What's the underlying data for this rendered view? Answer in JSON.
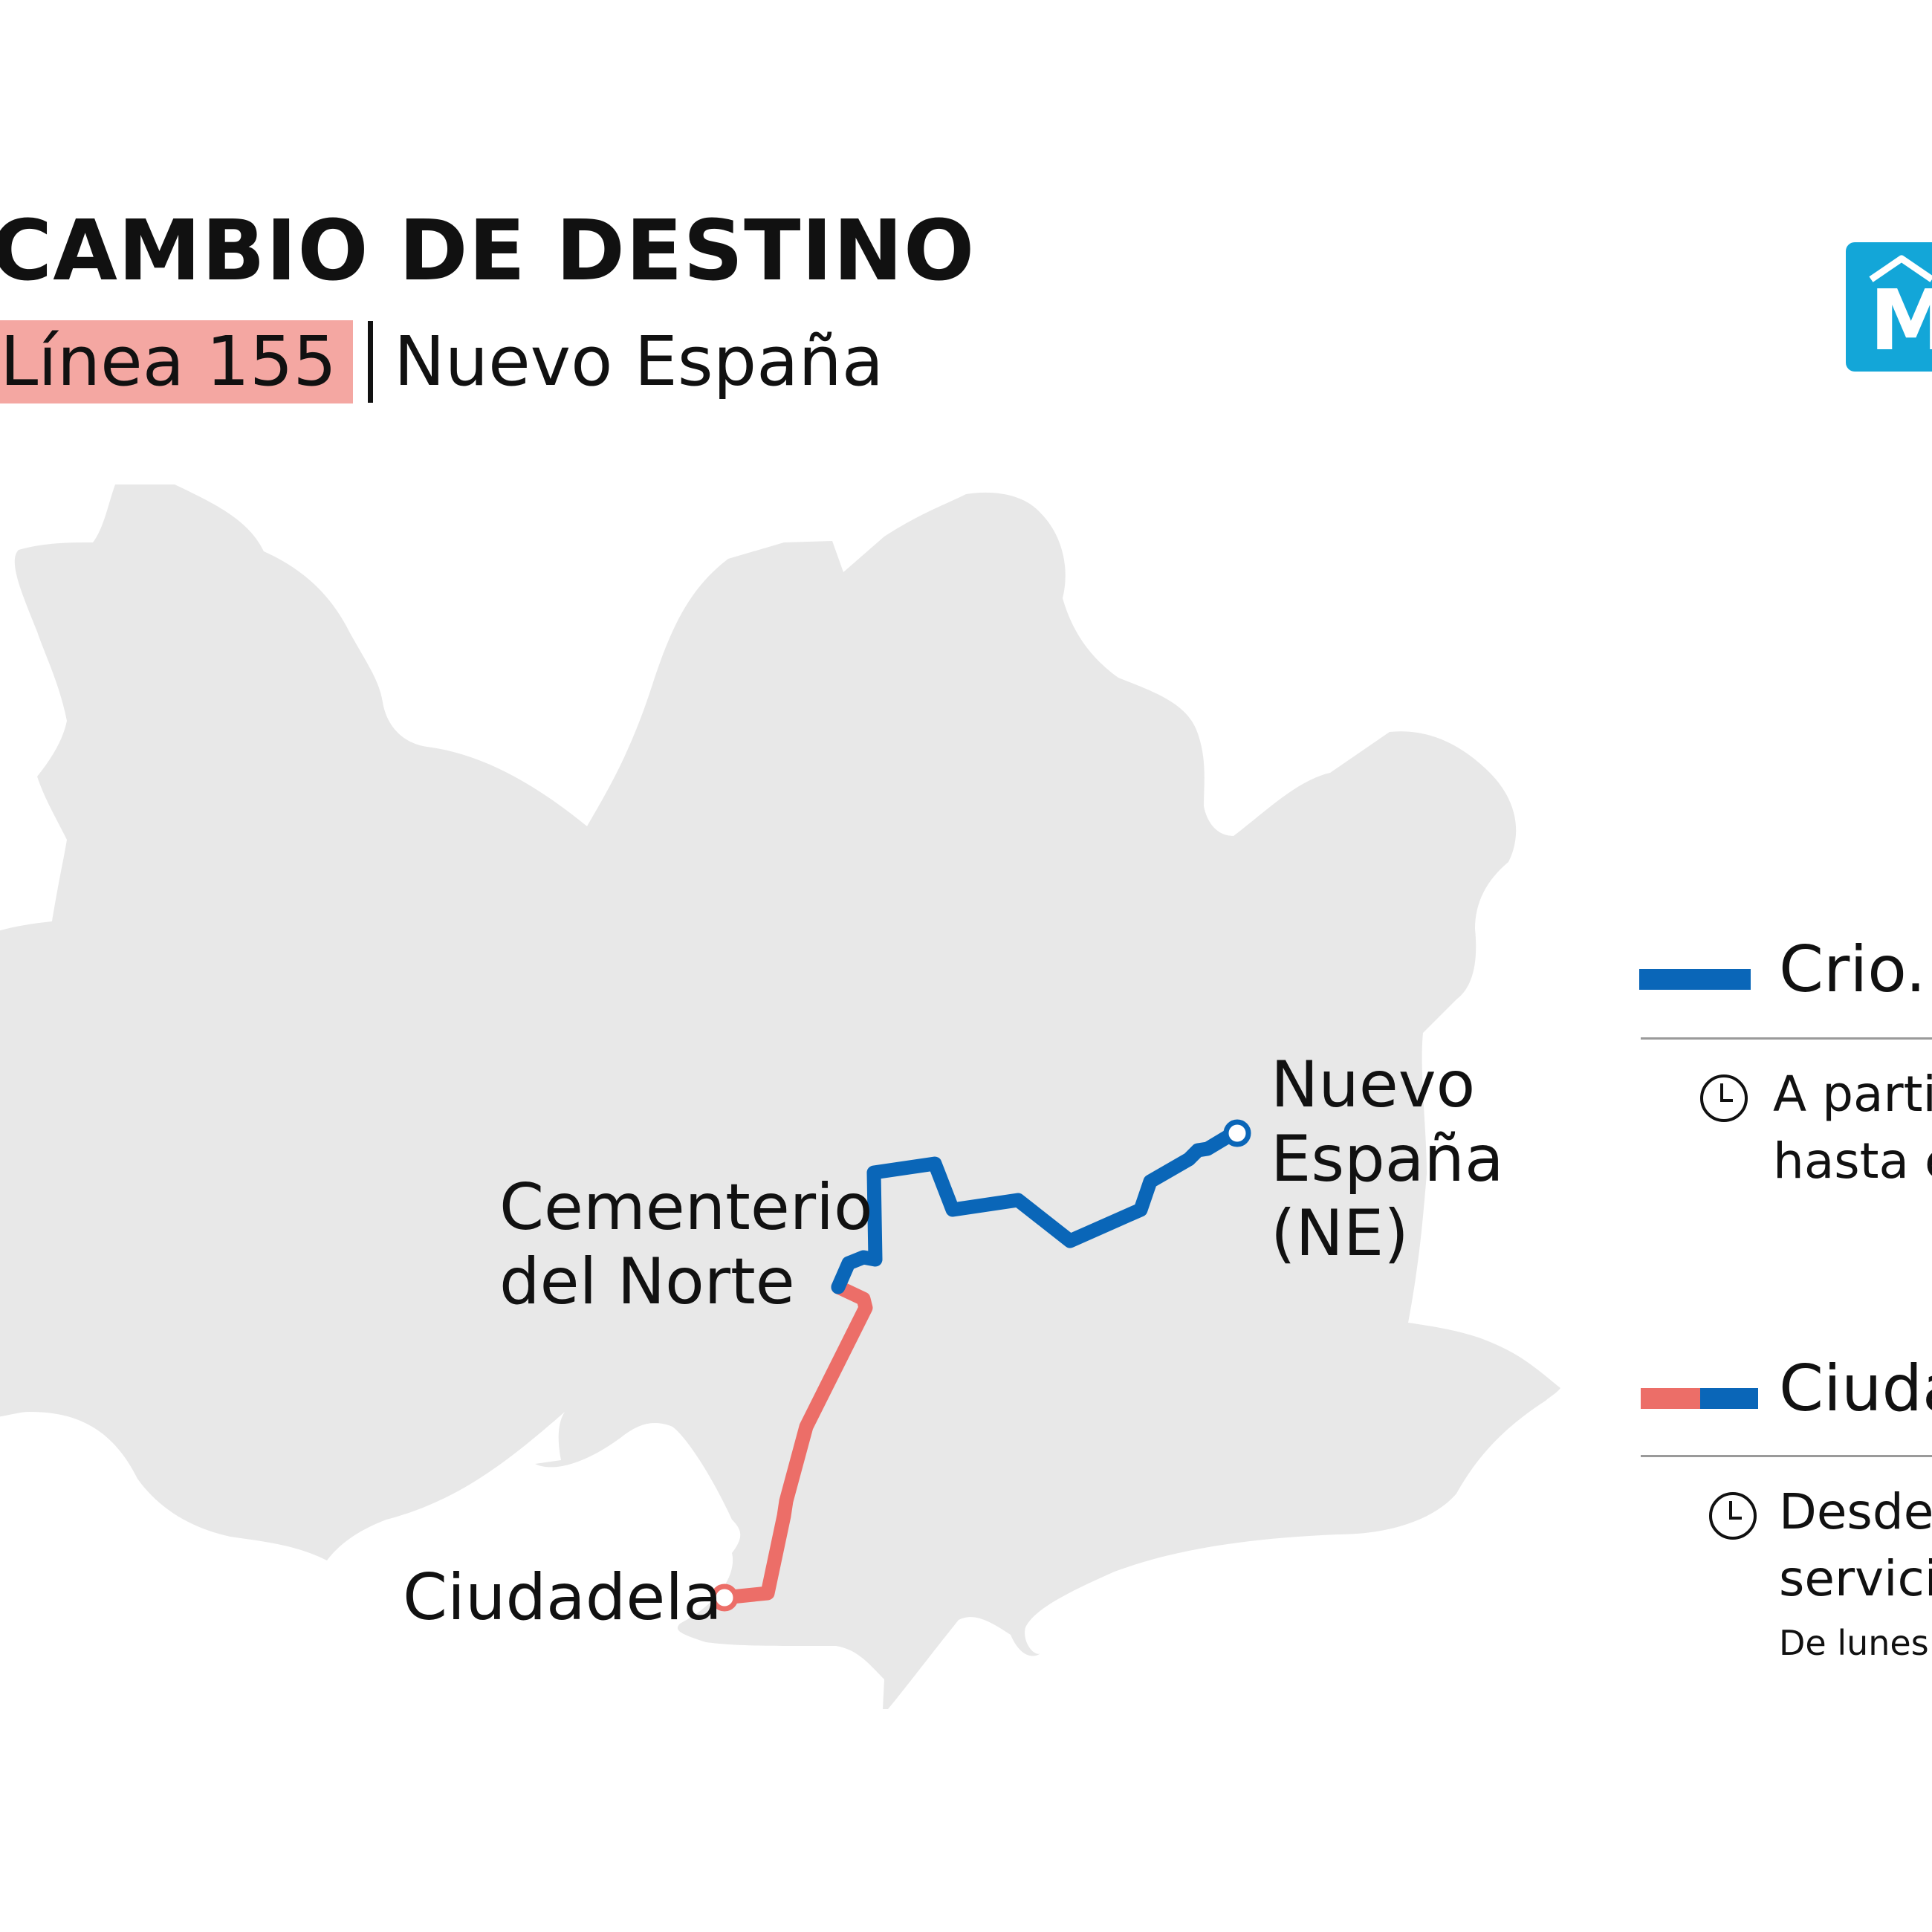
{
  "header": {
    "title": "CAMBIO DE DESTINO",
    "line_label": "Línea 155",
    "destination": "Nuevo España"
  },
  "logo": {
    "letter": "M",
    "icon": "house-roof-icon",
    "color": "#13a6d8"
  },
  "map": {
    "land_color": "#e8e8e8",
    "stops": {
      "nuevo_espana": [
        "Nuevo",
        "España",
        "(NE)"
      ],
      "cementerio": [
        "Cementerio",
        "del Norte"
      ],
      "ciudadela": "Ciudadela"
    },
    "colors": {
      "blue_route": "#0a66b8",
      "red_route": "#ec6e68"
    }
  },
  "legend": {
    "route1": {
      "label": "Crio. d",
      "line1": "A partir",
      "line2": "hasta e"
    },
    "route2": {
      "label": "Ciuda",
      "line1": "Desde",
      "line2": "servici",
      "small": "De lunes"
    },
    "icon": "clock-icon"
  }
}
